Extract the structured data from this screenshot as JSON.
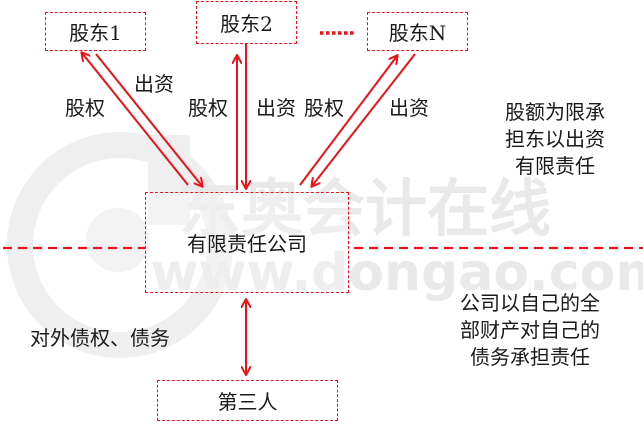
{
  "colors": {
    "accent": "#e8141a",
    "watermark": "#e6e6e6",
    "text": "#1a1a1a"
  },
  "watermark": {
    "brand": "东奥会计在线",
    "url": "www.dongao.com"
  },
  "shareholders": [
    {
      "label": "股东1"
    },
    {
      "label": "股东2"
    },
    {
      "label": "股东N"
    }
  ],
  "ellipsis": "......",
  "company": {
    "label": "有限责任公司"
  },
  "third_party": {
    "label": "第三人"
  },
  "flows": {
    "s1_equity": "股权",
    "s1_invest": "出资",
    "s2_equity": "股权",
    "s2_invest": "出资",
    "sn_equity": "股权",
    "sn_invest": "出资"
  },
  "external_relation": "对外债权、债务",
  "notes": {
    "shareholder_liability": [
      "股额为限承",
      "担东以出资",
      "有限责任"
    ],
    "company_liability": [
      "公司以自己的全",
      "部财产对自己的",
      "债务承担责任"
    ]
  }
}
